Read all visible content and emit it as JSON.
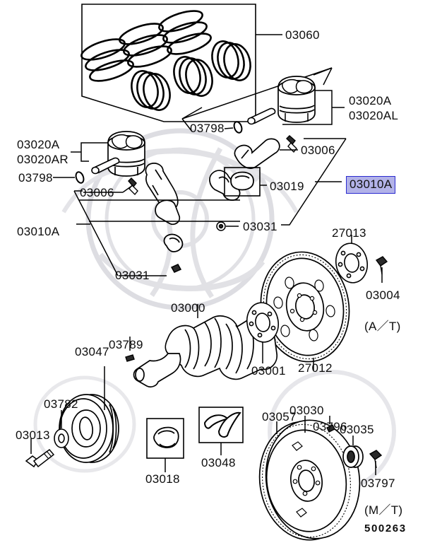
{
  "diagram": {
    "title": "Crankshaft, Piston and Flywheel Parts Diagram",
    "drawing_number": "500263",
    "highlight_color": "#b2b2e8",
    "highlight_border_color": "#2b2bd0",
    "line_color": "#000000",
    "background_color": "#ffffff"
  },
  "labels": {
    "ring_set": "03060",
    "piston_right_a": "03020A",
    "piston_right_al": "03020AL",
    "circlip_right": "03798",
    "rod_bolt_right": "03006",
    "rod_assy_right": "03010A",
    "rod_bearing_right": "03019",
    "rod_nut_right": "03031",
    "piston_left_a": "03020A",
    "piston_left_ar": "03020AR",
    "circlip_left": "03798",
    "rod_bolt_left": "03006",
    "rod_assy_left": "03010A",
    "rod_nut_left": "03031",
    "adapter_plate": "27013",
    "dowel_at": "03004",
    "drive_plate": "27012",
    "at_note": "(A／T)",
    "crankshaft": "03000",
    "key": "03789",
    "pulley": "03047",
    "washer_pulley": "03782",
    "bolt_pulley": "03013",
    "crank_sprocket": "03001",
    "main_bearing": "03018",
    "thrust_bearing": "03048",
    "flywheel_ring_gear": "03030",
    "flywheel": "03057",
    "dowel_mt": "03796",
    "pilot_bearing": "03035",
    "bolt_mt": "03797",
    "mt_note": "(M／T)",
    "drawing_number": "500263"
  }
}
